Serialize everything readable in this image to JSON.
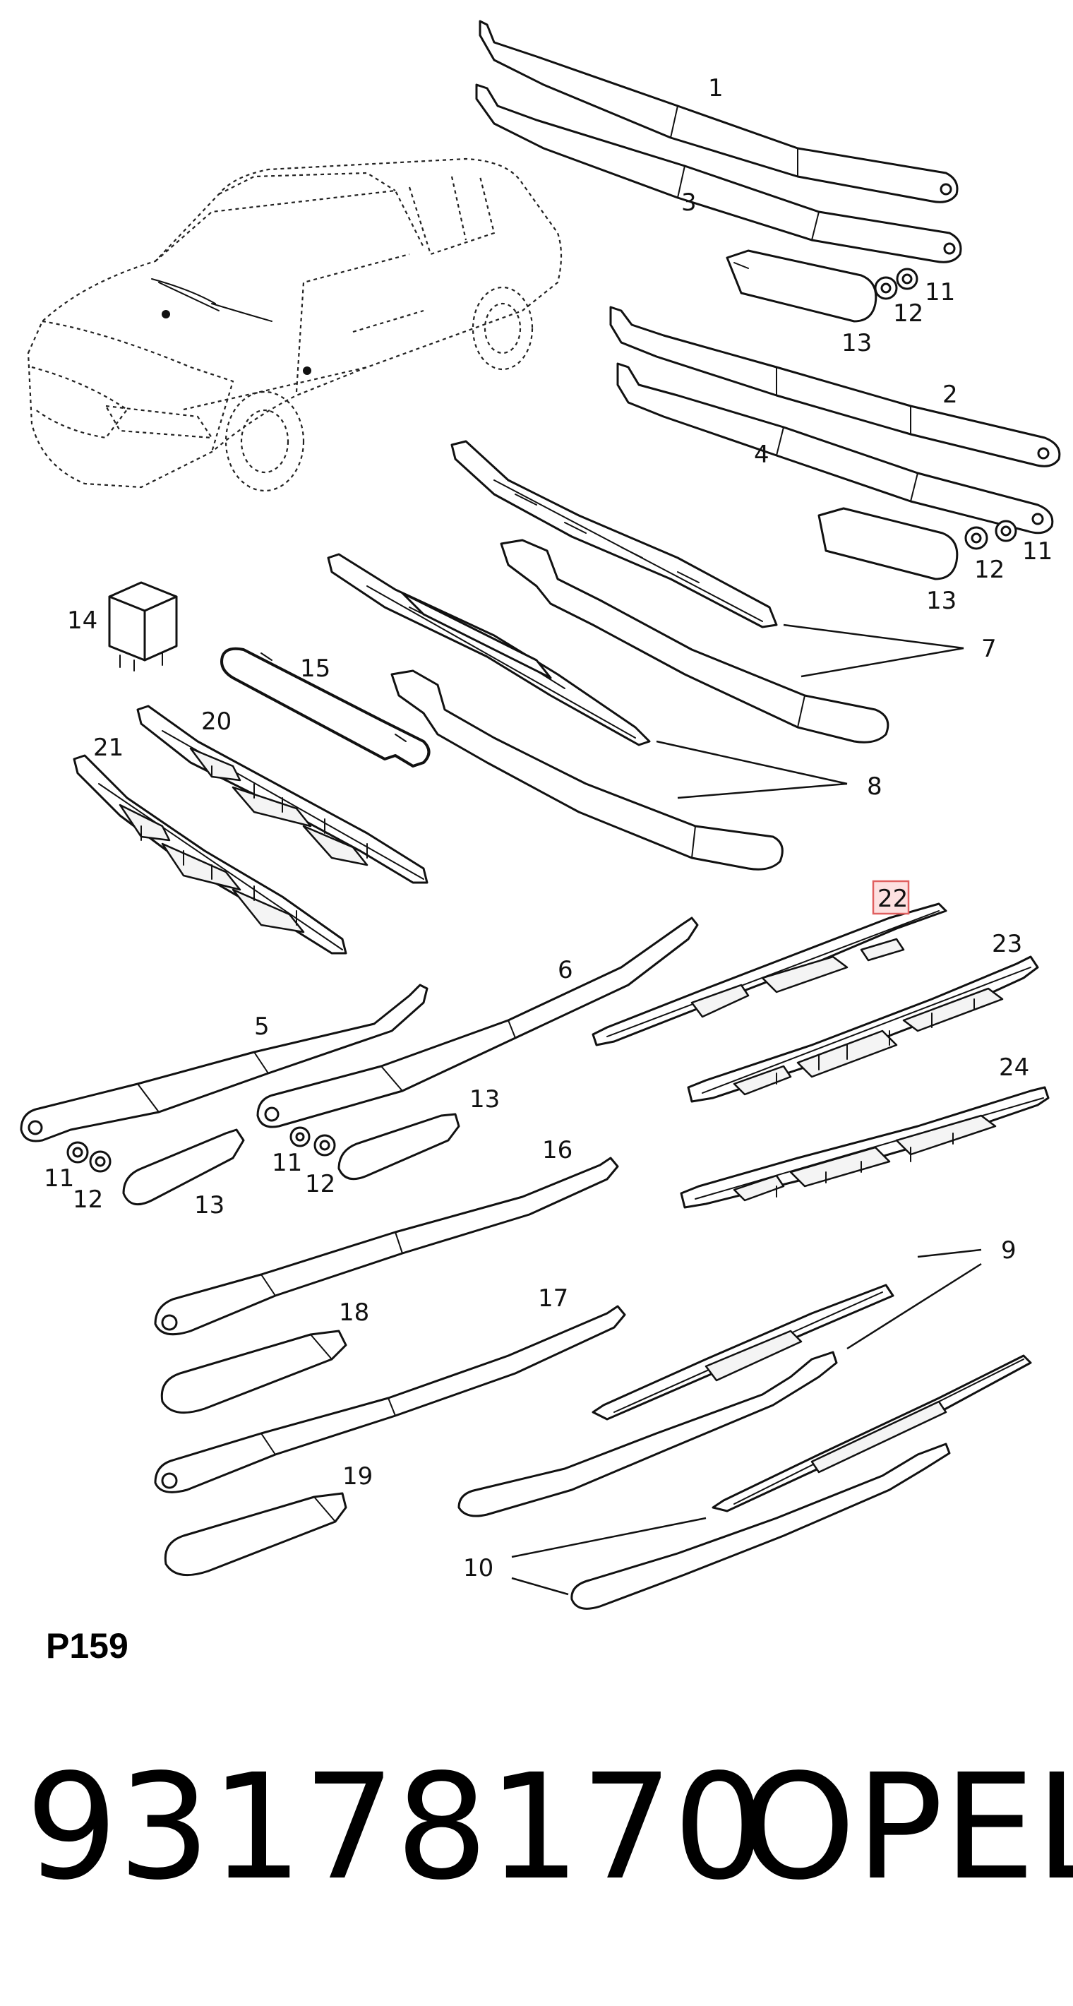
{
  "diagram": {
    "code": "P159",
    "highlight_color": "#e06060",
    "highlighted_callout": "22",
    "callouts": {
      "c1": "1",
      "c2": "2",
      "c3": "3",
      "c4": "4",
      "c5": "5",
      "c6": "6",
      "c7": "7",
      "c8": "8",
      "c9": "9",
      "c10": "10",
      "c11a": "11",
      "c11b": "11",
      "c11c": "11",
      "c11d": "11",
      "c12a": "12",
      "c12b": "12",
      "c12c": "12",
      "c12d": "12",
      "c13a": "13",
      "c13b": "13",
      "c13c": "13",
      "c13d": "13",
      "c14": "14",
      "c15": "15",
      "c16": "16",
      "c17": "17",
      "c18": "18",
      "c19": "19",
      "c20": "20",
      "c21": "21",
      "c22": "22",
      "c23": "23",
      "c24": "24"
    }
  },
  "footer": {
    "part_number": "93178170",
    "brand": "OPEL"
  }
}
